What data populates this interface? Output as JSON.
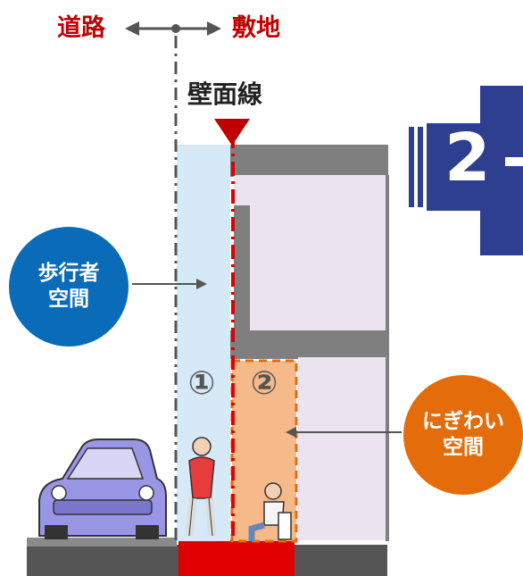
{
  "labels": {
    "road": "道路",
    "site": "敷地",
    "wall_line": "壁面線",
    "pedestrian_line1": "歩行者",
    "pedestrian_line2": "空間",
    "bustle_line1": "にぎわい",
    "bustle_line2": "空間",
    "num1": "①",
    "num2": "②",
    "banner": "2"
  },
  "colors": {
    "road_red": "#c00000",
    "pedestrian_circle": "#0a6bb8",
    "bustle_circle": "#e46c0a",
    "pedestrian_zone": "#d6e9f7",
    "bustle_zone": "#f6b98a",
    "building_fill": "#ebe3ef",
    "building_wall": "#8a8a8a",
    "ground": "#555555",
    "arrow_banner": "#2e3f8f"
  },
  "icons": [
    "double-arrow-icon",
    "down-triangle-icon",
    "car-icon",
    "pedestrian-icon",
    "seated-person-icon",
    "block-arrow-icon"
  ]
}
